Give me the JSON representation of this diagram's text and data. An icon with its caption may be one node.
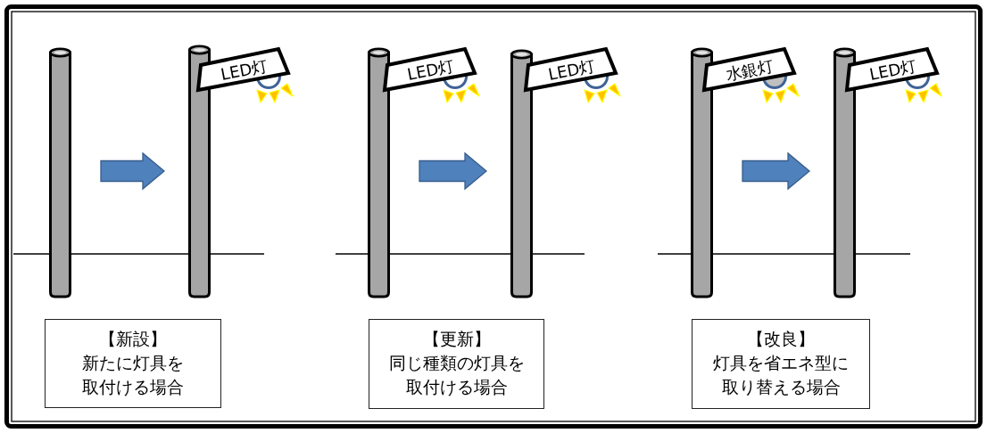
{
  "diagram": {
    "nodes": [
      {
        "text": [],
        "shape": "cylinder"
      },
      {
        "text": [],
        "shape": "cylinder"
      },
      {
        "text": [
          "LED灯"
        ]
      },
      {
        "text": [
          "【新設】",
          "新たに灯具を取付ける場合"
        ]
      },
      {
        "text": [],
        "shape": "cylinder"
      },
      {
        "text": [
          "LED灯"
        ]
      },
      {
        "text": [],
        "shape": "cylinder"
      },
      {
        "text": [
          "LED灯"
        ]
      },
      {
        "text": [
          "【更新】",
          "同じ種類の灯具を取付ける場合"
        ]
      },
      {
        "text": [],
        "shape": "cylinder"
      },
      {
        "text": [
          "水銀灯"
        ]
      },
      {
        "text": [],
        "shape": "cylinder"
      },
      {
        "text": [
          "LED灯"
        ]
      },
      {
        "text": [
          "【改良】",
          "灯具を省エネ型に取り替える場合"
        ]
      }
    ],
    "edges": [
      {
        "from": 0,
        "to": 1,
        "arrow": "to"
      },
      {
        "from": 4,
        "to": 6,
        "arrow": "to"
      },
      {
        "from": 9,
        "to": 11,
        "arrow": "to"
      }
    ]
  }
}
